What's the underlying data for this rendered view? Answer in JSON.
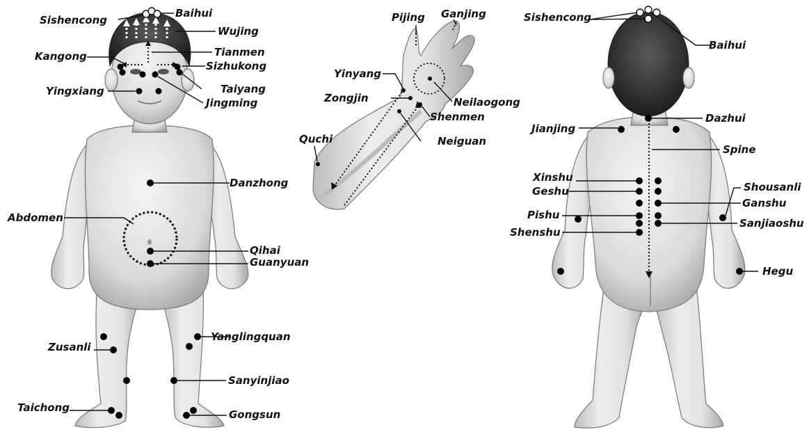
{
  "labels": {
    "sishencong_front": "Sishencong",
    "baihui_front": "Baihui",
    "wujing": "Wujing",
    "tianmen": "Tianmen",
    "kangong": "Kangong",
    "sizhukong": "Sizhukong",
    "yingxiang": "Yingxiang",
    "taiyang": "Taiyang",
    "jingming": "Jingming",
    "danzhong": "Danzhong",
    "abdomen": "Abdomen",
    "qihai": "Qihai",
    "guanyuan": "Guanyuan",
    "zusanli": "Zusanli",
    "yanglingquan": "Yanglingquan",
    "sanyinjiao": "Sanyinjiao",
    "taichong": "Taichong",
    "gongsun": "Gongsun",
    "pijing": "Pijing",
    "ganjing": "Ganjing",
    "yinyang": "Yinyang",
    "zongjin": "Zongjin",
    "neilaogong": "Neilaogong",
    "shenmen": "Shenmen",
    "quchi": "Quchi",
    "neiguan": "Neiguan",
    "sishencong_back": "Sishencong",
    "baihui_back": "Baihui",
    "dazhui": "Dazhui",
    "jianjing": "Jianjing",
    "spine": "Spine",
    "xinshu": "Xinshu",
    "geshu": "Geshu",
    "pishu": "Pishu",
    "shenshu": "Shenshu",
    "shousanli": "Shousanli",
    "ganshu": "Ganshu",
    "sanjiaoshu": "Sanjiaoshu",
    "hegu": "Hegu"
  }
}
